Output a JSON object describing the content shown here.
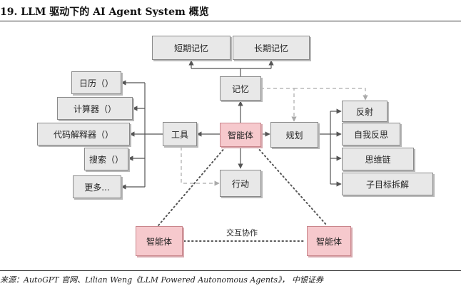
{
  "title": "19. LLM 驱动下的 AI Agent System 概览",
  "source": "来源：AutoGPT 官网、Lilian Weng《LLM Powered Autonomous Agents》， 中银证券",
  "nodes": {
    "short_term_memory": "短期记忆",
    "long_term_memory": "长期记忆",
    "memory": "记忆",
    "calendar": "日历（）",
    "calculator": "计算器（）",
    "code_interpreter": "代码解释器（）",
    "search": "搜索（）",
    "more": "更多...",
    "tools": "工具",
    "agent_center": "智能体",
    "planning": "规划",
    "action": "行动",
    "reflection": "反射",
    "self_critique": "自我反思",
    "chain_of_thought": "思维链",
    "subgoal_decomposition": "子目标拆解",
    "agent_left": "智能体",
    "agent_right": "智能体"
  },
  "edge_labels": {
    "interaction": "交互协作"
  },
  "colors": {
    "agent_fill": "#f6c9cd",
    "node_fill": "#e8e8e8",
    "line": "#555555",
    "dashed_line": "#aaaaaa"
  }
}
